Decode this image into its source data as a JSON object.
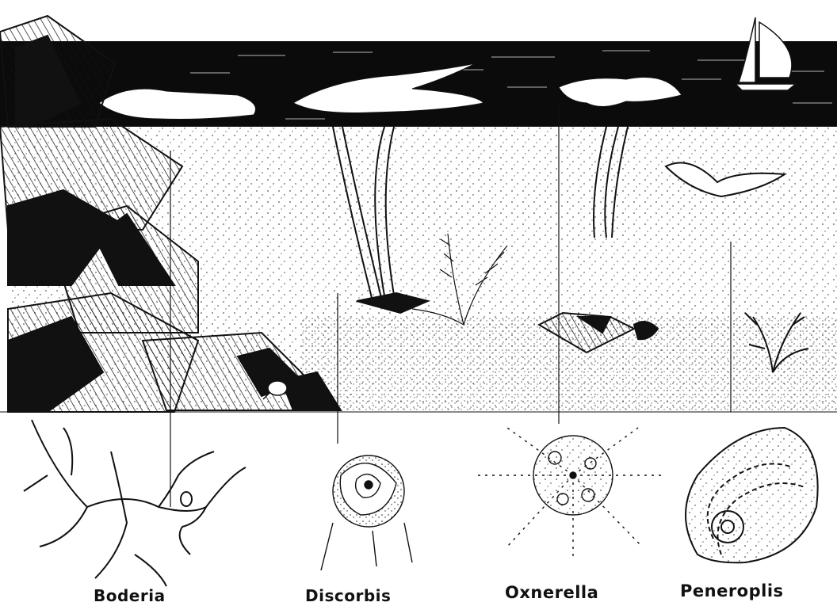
{
  "labels": {
    "boderia": "Boderia",
    "discorbis": "Discorbis",
    "oxnerella": "Oxnerella",
    "peneroplis": "Peneroplis"
  },
  "colors": {
    "ink": "#111111",
    "paper": "#ffffff",
    "water_surface": "#0b0b0b"
  },
  "icons": [
    "sailboat-icon",
    "crab-icon",
    "seaweed-icon",
    "branching-coral-icon"
  ]
}
